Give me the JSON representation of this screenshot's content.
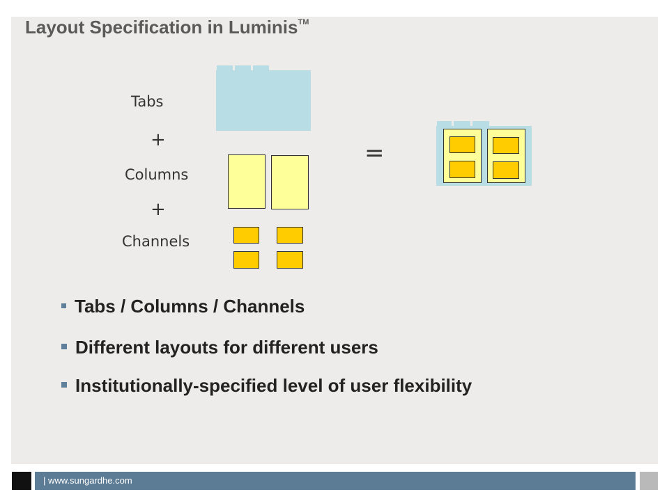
{
  "slide": {
    "title": "Layout Specification in Luminis",
    "title_trademark": "TM",
    "labels": {
      "tabs": "Tabs",
      "plus1": "+",
      "columns": "Columns",
      "plus2": "+",
      "channels": "Channels",
      "equals": "="
    },
    "bullets": [
      "Tabs / Columns / Channels",
      "Different layouts for different users",
      "Institutionally-specified level of user flexibility"
    ]
  },
  "footer": {
    "text": "| www.sungardhe.com"
  },
  "colors": {
    "tab_blue": "#b8dde4",
    "column_yellow": "#ffff99",
    "channel_orange": "#ffcc00",
    "footer_blue": "#5c7b94",
    "slide_background": "#eeecea"
  }
}
